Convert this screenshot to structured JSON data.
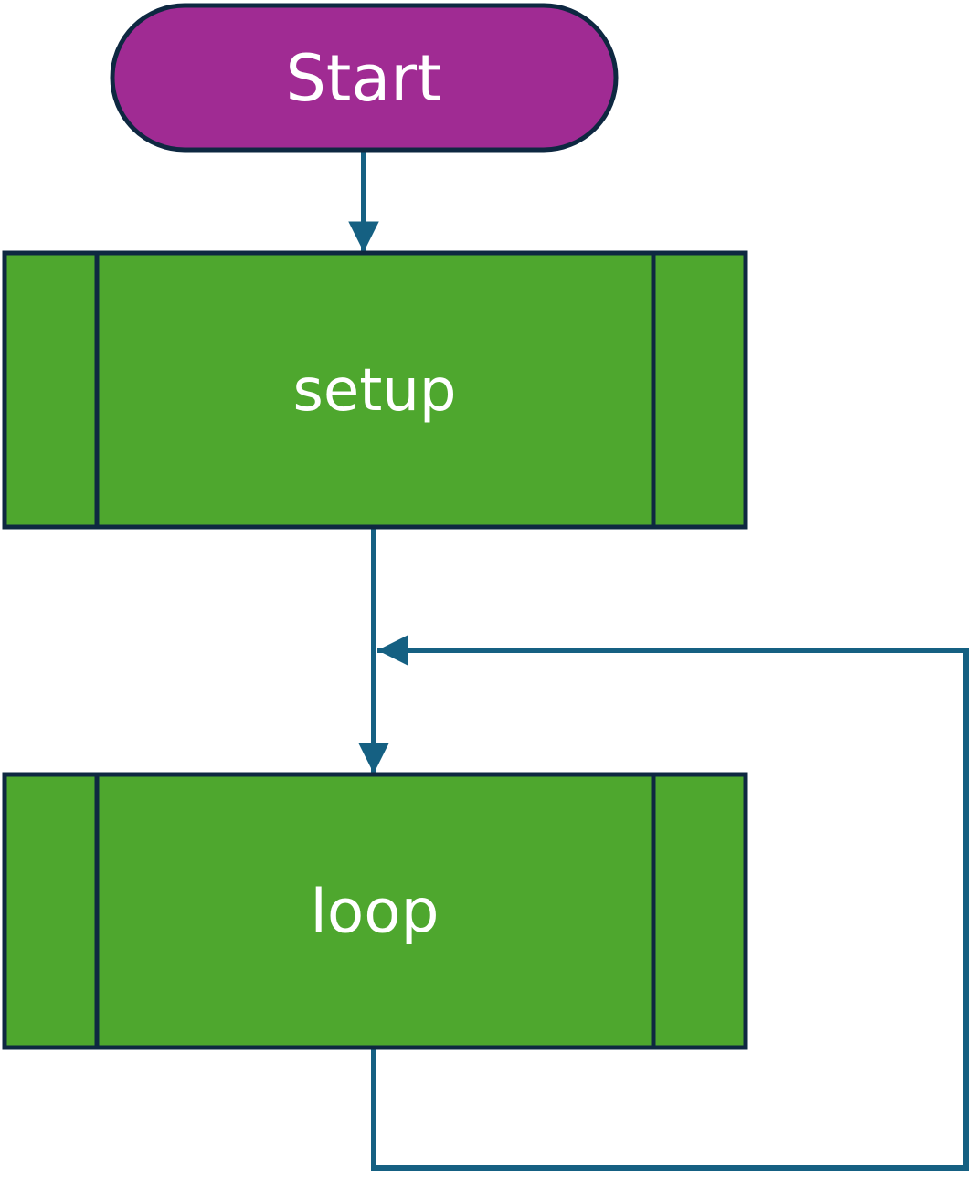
{
  "colors": {
    "terminator_fill": "#a02b93",
    "process_fill": "#4ea72e",
    "node_stroke": "#0e2841",
    "connector": "#156082",
    "label": "#ffffff"
  },
  "nodes": {
    "start": {
      "shape": "terminator",
      "label": "Start"
    },
    "setup": {
      "shape": "predefined-process",
      "label": "setup"
    },
    "loop": {
      "shape": "predefined-process",
      "label": "loop"
    }
  },
  "edges": [
    {
      "from": "start",
      "to": "setup"
    },
    {
      "from": "setup",
      "to": "loop"
    },
    {
      "from": "loop",
      "to": "loop",
      "kind": "feedback"
    }
  ]
}
